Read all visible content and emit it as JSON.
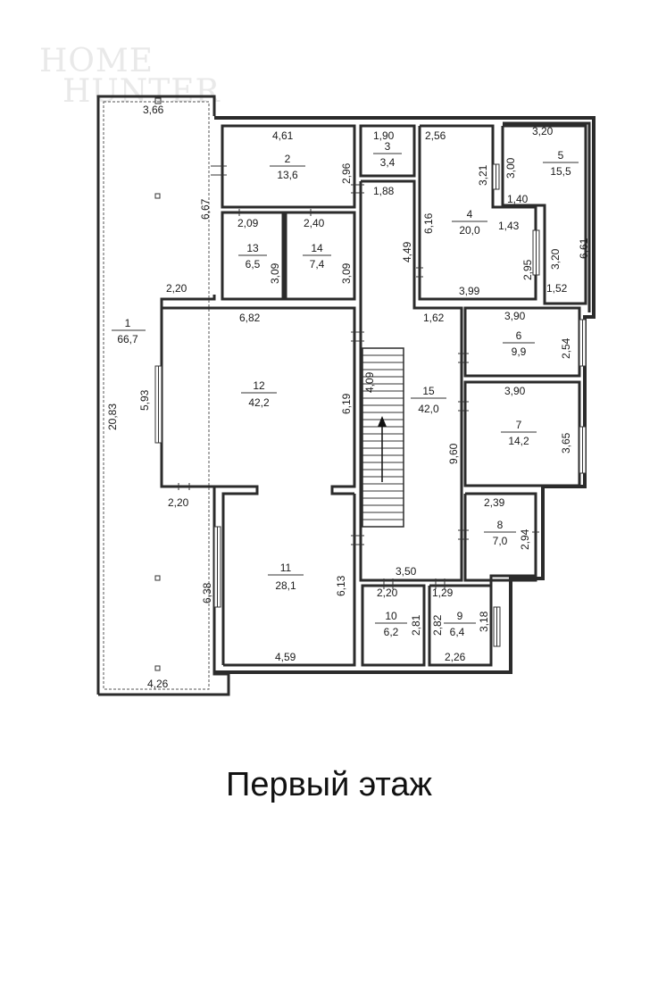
{
  "watermark": {
    "line1": "HOME",
    "line2": "HUNTER"
  },
  "caption": "Первый этаж",
  "rooms": [
    {
      "id": "1",
      "number": "1",
      "area": "66,7"
    },
    {
      "id": "2",
      "number": "2",
      "area": "13,6"
    },
    {
      "id": "3",
      "number": "3",
      "area": "3,4"
    },
    {
      "id": "4",
      "number": "4",
      "area": "20,0"
    },
    {
      "id": "5",
      "number": "5",
      "area": "15,5"
    },
    {
      "id": "6",
      "number": "6",
      "area": "9,9"
    },
    {
      "id": "7",
      "number": "7",
      "area": "14,2"
    },
    {
      "id": "8",
      "number": "8",
      "area": "7,0"
    },
    {
      "id": "9",
      "number": "9",
      "area": "6,4"
    },
    {
      "id": "10",
      "number": "10",
      "area": "6,2"
    },
    {
      "id": "11",
      "number": "11",
      "area": "28,1"
    },
    {
      "id": "12",
      "number": "12",
      "area": "42,2"
    },
    {
      "id": "13",
      "number": "13",
      "area": "6,5"
    },
    {
      "id": "14",
      "number": "14",
      "area": "7,4"
    },
    {
      "id": "15",
      "number": "15",
      "area": "42,0"
    }
  ],
  "dims": {
    "d1": "3,66",
    "d2": "4,61",
    "d3": "1,90",
    "d4": "2,56",
    "d5": "3,20",
    "d6": "2,96",
    "d7": "1,88",
    "d8": "3,21",
    "d9": "3,00",
    "d10": "6,67",
    "d11": "1,40",
    "d12": "6,16",
    "d13": "1,43",
    "d14": "6,61",
    "d15": "2,09",
    "d16": "2,40",
    "d17": "3,09",
    "d18": "3,09",
    "d19": "4,49",
    "d20": "2,95",
    "d21": "3,20",
    "d22": "2,20",
    "d23": "3,99",
    "d24": "1,52",
    "d25": "6,82",
    "d26": "1,62",
    "d27": "3,90",
    "d28": "2,54",
    "d29": "6,19",
    "d30": "4,09",
    "d31": "5,93",
    "d32": "20,83",
    "d33": "3,90",
    "d34": "9,60",
    "d35": "3,65",
    "d36": "2,20",
    "d37": "2,39",
    "d38": "2,94",
    "d39": "6,38",
    "d40": "6,13",
    "d41": "3,50",
    "d42": "2,20",
    "d43": "1,29",
    "d44": "2,81",
    "d45": "2,82",
    "d46": "3,18",
    "d47": "4,59",
    "d48": "2,26",
    "d49": "4,26"
  }
}
